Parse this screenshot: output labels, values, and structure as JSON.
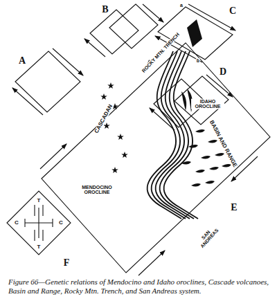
{
  "diagram": {
    "caption": "Figure 66—Genetic relations of Mendocino and Idaho oroclines, Cascade volcanoes, Basin and Range, Rocky Mtn. Trench, and San Andreas system.",
    "labels": [
      "A",
      "B",
      "C",
      "a",
      "b",
      "D",
      "ROCKY MTN. TRENCH",
      "CASCADAN",
      "IDAHO OROCLINE",
      "BASIN AND RANGE",
      "MENDOCINO OROCLINE",
      "SAN ANDREAS",
      "E",
      "T",
      "T",
      "C",
      "C",
      "F"
    ]
  }
}
